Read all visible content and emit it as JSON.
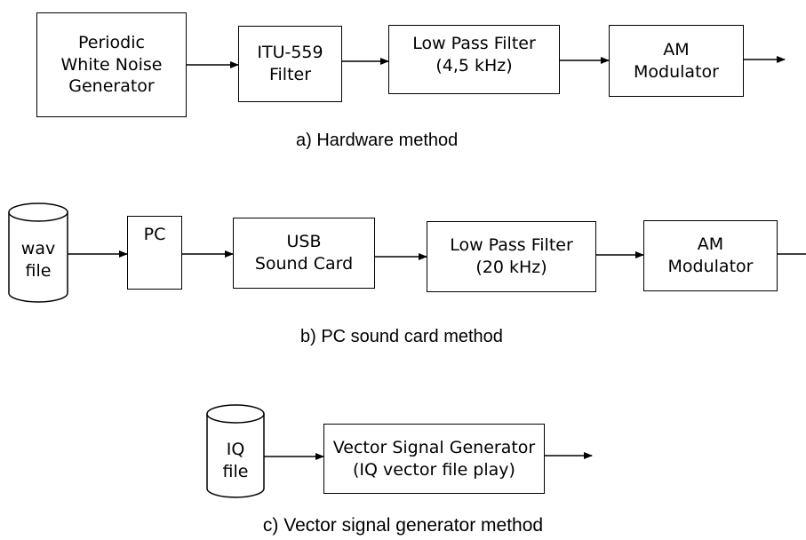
{
  "diagram_a": {
    "caption": "a) Hardware method",
    "blocks": [
      {
        "lines": [
          "Periodic",
          "White Noise",
          "Generator"
        ]
      },
      {
        "lines": [
          "ITU-559",
          "Filter"
        ]
      },
      {
        "lines": [
          "Low Pass Filter",
          "(4,5 kHz)"
        ]
      },
      {
        "lines": [
          "AM",
          "Modulator"
        ]
      }
    ]
  },
  "diagram_b": {
    "caption": "b) PC sound card method",
    "source_file": {
      "lines": [
        "wav",
        "file"
      ]
    },
    "blocks": [
      {
        "lines": [
          "PC"
        ]
      },
      {
        "lines": [
          "USB",
          "Sound Card"
        ]
      },
      {
        "lines": [
          "Low Pass Filter",
          "(20 kHz)"
        ]
      },
      {
        "lines": [
          "AM",
          "Modulator"
        ]
      }
    ]
  },
  "diagram_c": {
    "caption": "c) Vector signal generator method",
    "source_file": {
      "lines": [
        "IQ",
        "file"
      ]
    },
    "blocks": [
      {
        "lines": [
          "Vector Signal Generator",
          "(IQ vector file play)"
        ]
      }
    ]
  }
}
